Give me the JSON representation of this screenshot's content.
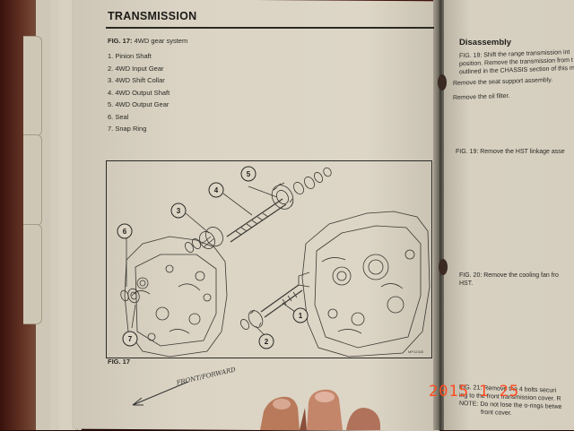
{
  "left_page": {
    "section_title": "TRANSMISSION",
    "figure_caption_num": "FIG. 17:",
    "figure_caption_text": "4WD gear system",
    "parts": [
      "1. Pinion Shaft",
      "2. 4WD Input Gear",
      "3. 4WD Shift Collar",
      "4. 4WD Output Shaft",
      "5. 4WD Output Gear",
      "6. Seal",
      "7. Snap Ring"
    ],
    "figure_label": "FIG. 17",
    "callouts": [
      "1",
      "2",
      "3",
      "4",
      "5",
      "6",
      "7"
    ],
    "drawing_code": "MP12345"
  },
  "right_page": {
    "heading": "Disassembly",
    "fig18_lines": [
      "FIG. 18: Shift the range transmission int",
      "position. Remove the transmission from t",
      "outlined in the CHASSIS section of this ma"
    ],
    "remove_seat": "Remove the seat support assembly.",
    "remove_filter": "Remove the oil filter.",
    "fig19": "FIG. 19: Remove the HST linkage asse",
    "fig20_lines": [
      "FIG. 20: Remove the cooling fan fro",
      "HST."
    ],
    "fig21_lines": [
      "FIG. 21: Remove the 4 bolts securi",
      "ing to the front transmission cover. R",
      "NOTE: Do not lose the o-rings betwe",
      "front cover."
    ]
  },
  "handwriting": "FRONT/FORWARD",
  "date_stamp": "2015  1  25"
}
